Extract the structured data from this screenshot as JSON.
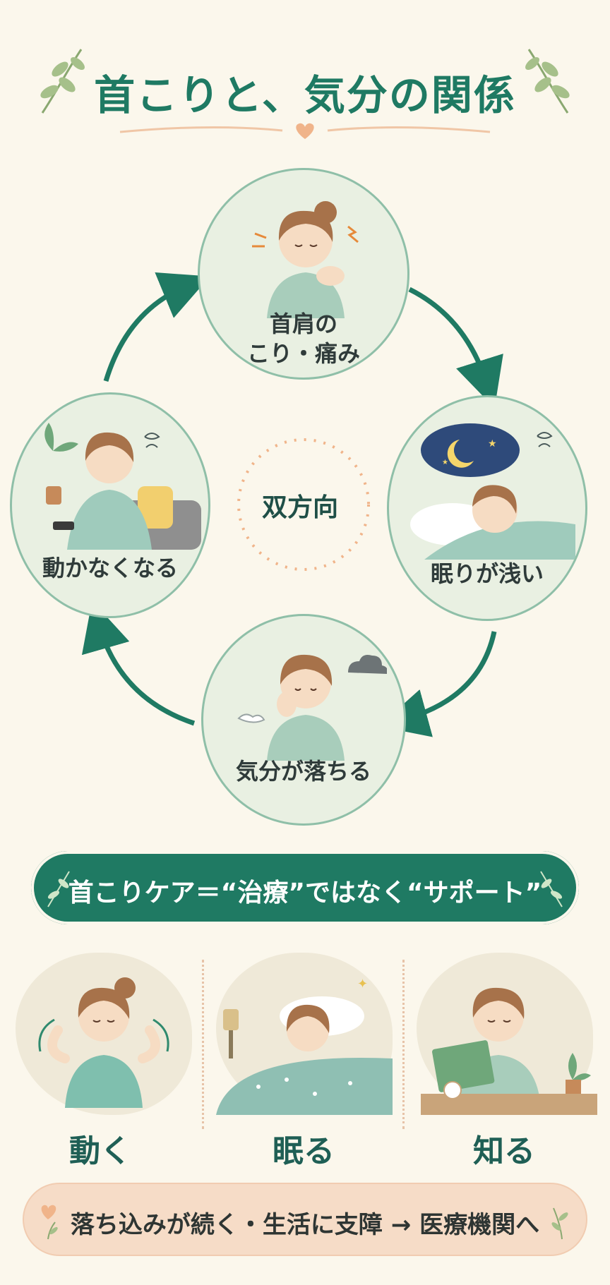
{
  "title": "首こりと、気分の関係",
  "cycle": {
    "center": "双方向",
    "nodes": [
      {
        "label_line1": "首肩の",
        "label_line2": "こり・痛み"
      },
      {
        "label": "眠りが浅い"
      },
      {
        "label": "気分が落ちる"
      },
      {
        "label": "動かなくなる"
      }
    ]
  },
  "banner": {
    "text": "首こりケア＝“治療”ではなく“サポート”"
  },
  "care": [
    {
      "label": "動く"
    },
    {
      "label": "眠る"
    },
    {
      "label": "知る"
    }
  ],
  "footer": {
    "text": "落ち込みが続く・生活に支障 → 医療機関へ"
  },
  "colors": {
    "accent": "#1f7a63",
    "background": "#fbf7ec",
    "circle_fill": "#e9f0e2",
    "footer_fill": "#f6dcc7"
  }
}
